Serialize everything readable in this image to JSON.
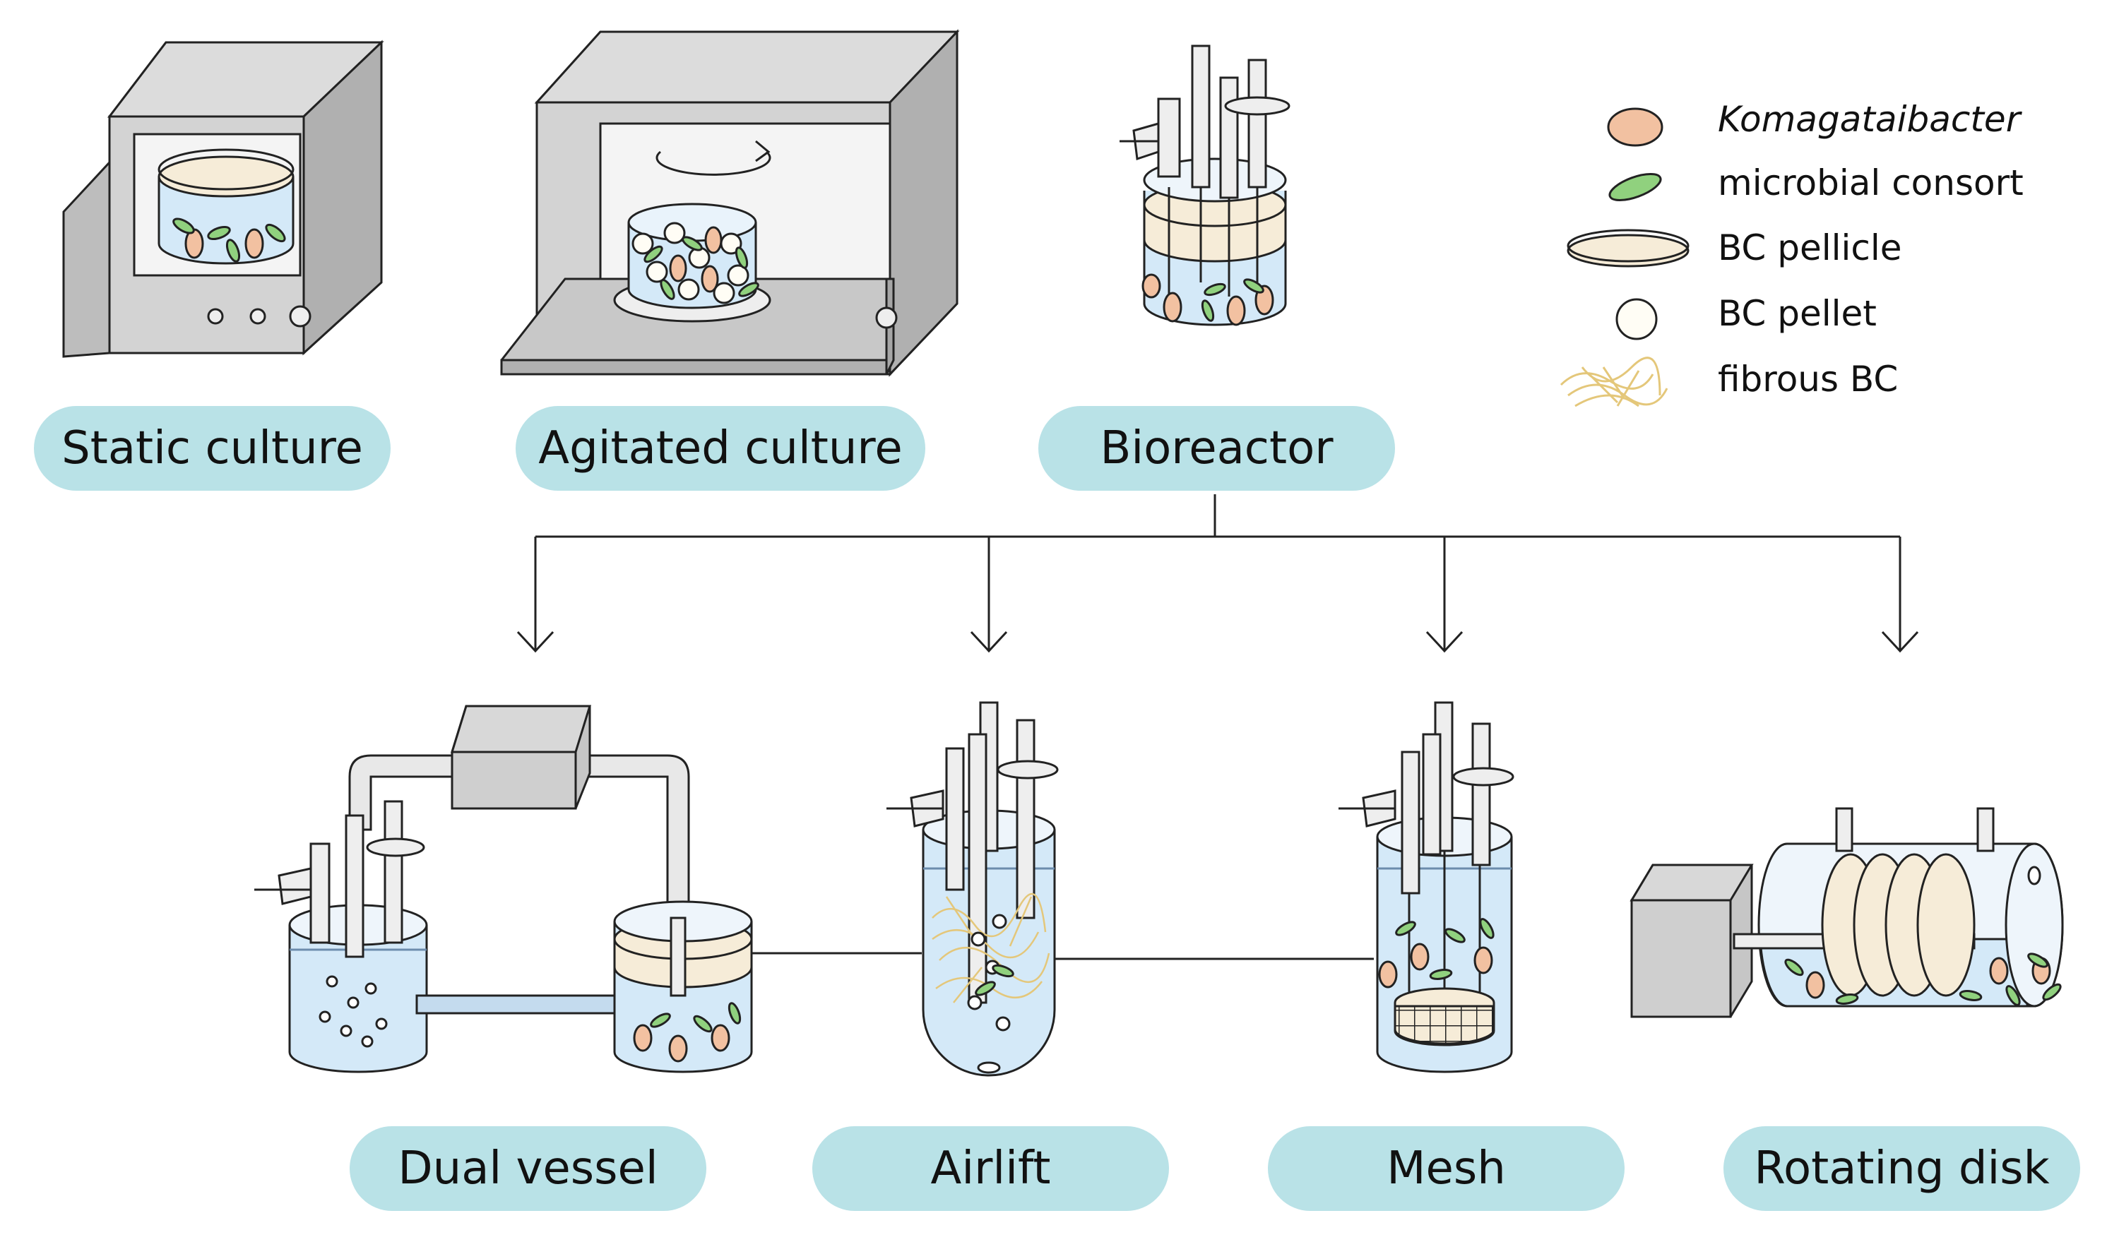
{
  "labels": {
    "static": "Static culture",
    "agitated": "Agitated culture",
    "bioreactor": "Bioreactor",
    "dual": "Dual vessel",
    "airlift": "Airlift",
    "mesh": "Mesh",
    "rotating": "Rotating disk"
  },
  "legend": {
    "komagataibacter": "Komagataibacter",
    "consort": "microbial consort",
    "pellicle": "BC pellicle",
    "pellet": "BC pellet",
    "fibrous": "fibrous BC"
  },
  "colors": {
    "pill": "#b9e2e7",
    "medium": "#d4e9f8",
    "pellicle": "#f6ecd8",
    "bacterium": "#f2c1a1",
    "consort": "#90d17e",
    "fiber": "#e4c77a",
    "metal": "#d0d0d0"
  }
}
